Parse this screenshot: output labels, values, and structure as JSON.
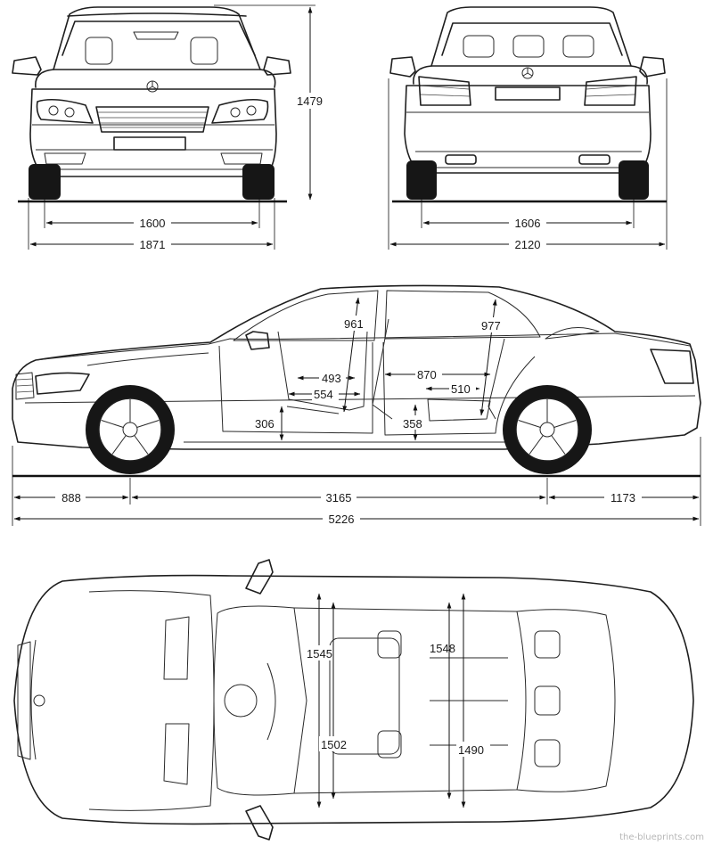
{
  "views": {
    "front": {
      "track": "1600",
      "width": "1871",
      "height": "1479"
    },
    "rear": {
      "track": "1606",
      "width_mirrors": "2120"
    },
    "side": {
      "front_overhang": "888",
      "wheelbase": "3165",
      "rear_overhang": "1173",
      "length": "5226",
      "front_headroom": "961",
      "rear_headroom": "977",
      "front_seat_depth": "493",
      "front_legroom_depth": "554",
      "rear_legroom": "870",
      "rear_seat_depth": "510",
      "front_seat_height": "306",
      "rear_seat_height": "358"
    },
    "top": {
      "front_shoulder": "1545",
      "front_hip": "1502",
      "rear_shoulder": "1548",
      "rear_hip": "1490"
    }
  },
  "watermark": "the-blueprints.com"
}
